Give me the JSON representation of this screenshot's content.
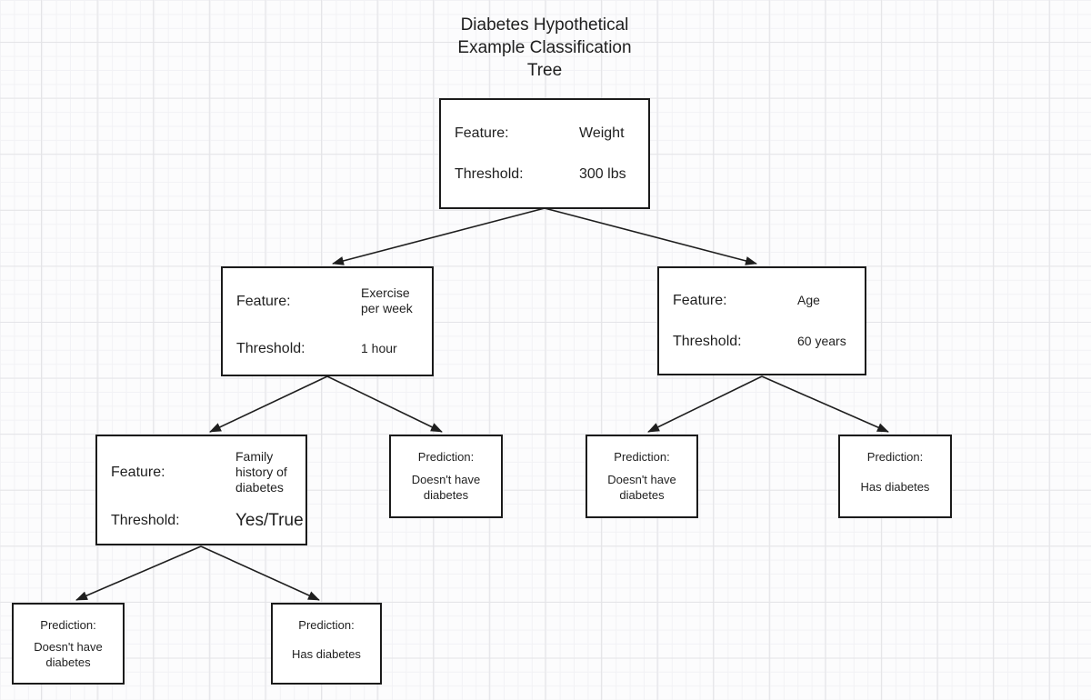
{
  "title": {
    "lines": [
      "Diabetes Hypothetical",
      "Example Classification",
      "Tree"
    ]
  },
  "labels": {
    "feature": "Feature:",
    "threshold": "Threshold:",
    "prediction": "Prediction:"
  },
  "nodes": {
    "root": {
      "feature": "Weight",
      "threshold": "300 lbs"
    },
    "exercise": {
      "feature_lines": [
        "Exercise",
        "per week"
      ],
      "threshold": "1 hour"
    },
    "age": {
      "feature": "Age",
      "threshold": "60 years"
    },
    "family": {
      "feature_lines": [
        "Family",
        "history of",
        "diabetes"
      ],
      "threshold": "Yes/True"
    },
    "pred_exercise_right": {
      "value": "Doesn't have diabetes"
    },
    "pred_age_left": {
      "value": "Doesn't have diabetes"
    },
    "pred_age_right": {
      "value": "Has diabetes"
    },
    "pred_family_left": {
      "value": "Doesn't have diabetes"
    },
    "pred_family_right": {
      "value": "Has diabetes"
    }
  },
  "colors": {
    "canvas_background": "#fcfcfd",
    "grid_minor": "#f2f2f5",
    "grid_major": "#e4e4e7",
    "node_fill": "#ffffff",
    "node_border": "#1b1b1b",
    "edge": "#1e1e1e",
    "text": "#1f1f1f"
  }
}
